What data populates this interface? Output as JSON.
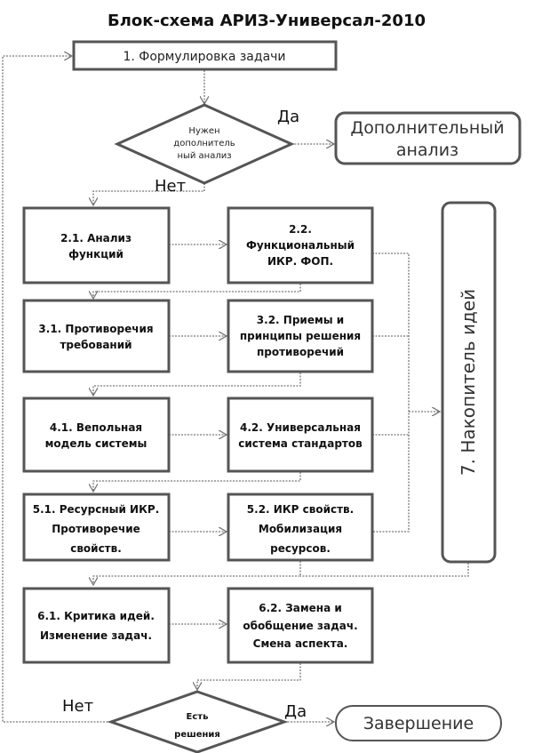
{
  "title": "Блок-схема АРИЗ-Универсал-2010",
  "step1": "1. Формулировка задачи",
  "decision1": {
    "lines": [
      "Нужен",
      "дополнитель",
      "ный анализ"
    ],
    "yes": "Да",
    "no": "Нет"
  },
  "extra_analysis": {
    "lines": [
      "Дополнительный",
      "анализ"
    ]
  },
  "boxes": {
    "b21": [
      "2.1. Анализ",
      "функций"
    ],
    "b22": [
      "2.2.",
      "Функциональный",
      "ИКР. ФОП."
    ],
    "b31": [
      "3.1. Противоречия",
      "требований"
    ],
    "b32": [
      "3.2. Приемы и",
      "принципы решения",
      "противоречий"
    ],
    "b41": [
      "4.1. Вепольная",
      "модель системы"
    ],
    "b42": [
      "4.2. Универсальная",
      "система стандартов"
    ],
    "b51": [
      "5.1. Ресурсный ИКР.",
      "Противоречие",
      "свойств."
    ],
    "b52": [
      "5.2. ИКР свойств.",
      "Мобилизация",
      "ресурсов."
    ],
    "b61": [
      "6.1. Критика идей.",
      "Изменение  задач."
    ],
    "b62": [
      "6.2. Замена и",
      "обобщение задач.",
      "Смена аспекта."
    ]
  },
  "accumulator": "7. Накопитель идей",
  "decision2": {
    "lines": [
      "Есть",
      "решения"
    ],
    "yes": "Да",
    "no": "Нет"
  },
  "finish": "Завершение"
}
